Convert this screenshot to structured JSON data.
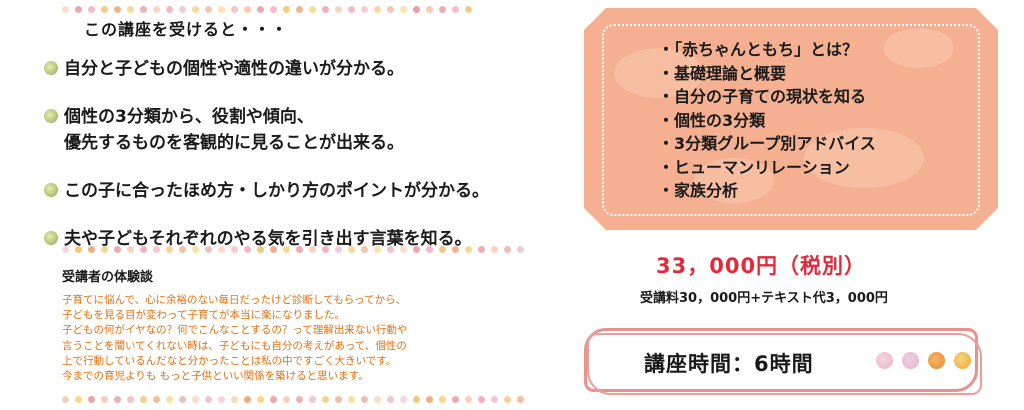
{
  "intro": "この講座を受けると・・・",
  "benefits": [
    {
      "lines": [
        "自分と子どもの個性や適性の違いが分かる。"
      ]
    },
    {
      "lines": [
        "個性の3分類から、役割や傾向、",
        "優先するものを客観的に見ることが出来る。"
      ]
    },
    {
      "lines": [
        "この子に合ったほめ方・しかり方のポイントが分かる。"
      ]
    },
    {
      "lines": [
        "夫や子どもそれぞれのやる気を引き出す言葉を知る。"
      ]
    }
  ],
  "testimonial": {
    "title": "受講者の体験談",
    "lines": [
      "子育てに悩んで、心に余裕のない毎日だったけど診断してもらってから、",
      "子どもを見る目が変わって子育てが本当に楽になりました。",
      "子どもの何がイヤなの？何でこんなことするの？って理解出来ない行動や",
      "言うことを聞いてくれない時は、子どもにも自分の考えがあって、個性の",
      "上で行動しているんだなと分かったことは私の中ですごく大きいです。",
      "今までの育児よりも もっと子供といい関係を築けると思います。"
    ]
  },
  "curriculum": [
    "「赤ちゃんともち」とは？",
    "基礎理論と概要",
    "自分の子育ての現状を知る",
    "個性の3分類",
    "3分類グループ別アドバイス",
    "ヒューマンリレーション",
    "家族分析"
  ],
  "price": {
    "main": "33，000円（税別）",
    "detail": "受講料30，000円+テキスト代3，000円"
  },
  "duration": "講座時間：6時間",
  "colors": {
    "accent_red": "#e4293a",
    "testimonial_text": "#e5700f",
    "card_bg": "#f4b091",
    "frame_pink": "#e7928c"
  }
}
